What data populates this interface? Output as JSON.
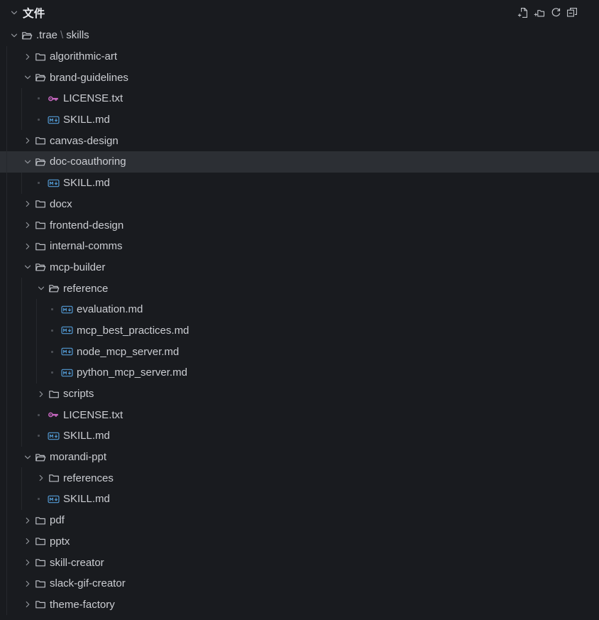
{
  "panel": {
    "title": "文件",
    "actions": [
      {
        "icon": "new-file-icon"
      },
      {
        "icon": "new-folder-icon"
      },
      {
        "icon": "refresh-icon"
      },
      {
        "icon": "collapse-all-icon"
      }
    ]
  },
  "colors": {
    "background": "#191b1f",
    "selected_row": "#2c2f34",
    "text": "#cbcdd2",
    "header_text": "#eaecf0",
    "muted": "#75787f",
    "chevron": "#94979d",
    "folder_icon": "#bdc0c6",
    "markdown_icon": "#539bd5",
    "key_icon": "#c767c0",
    "file_dot": "#4b4e54",
    "indent_guide": "#26282d",
    "action_icon": "#c3c6cb"
  },
  "tree": {
    "rows": [
      {
        "label": ".trae\\skills",
        "parts": [
          ".trae",
          "\\",
          "skills"
        ],
        "depth": 0,
        "type": "folder",
        "icon": "folder-open",
        "chevron": "down",
        "selected": false
      },
      {
        "label": "algorithmic-art",
        "depth": 1,
        "type": "folder",
        "icon": "folder",
        "chevron": "right",
        "selected": false
      },
      {
        "label": "brand-guidelines",
        "depth": 1,
        "type": "folder",
        "icon": "folder-open",
        "chevron": "down",
        "selected": false
      },
      {
        "label": "LICENSE.txt",
        "depth": 2,
        "type": "file",
        "icon": "key",
        "chevron": null,
        "selected": false
      },
      {
        "label": "SKILL.md",
        "depth": 2,
        "type": "file",
        "icon": "markdown",
        "chevron": null,
        "selected": false
      },
      {
        "label": "canvas-design",
        "depth": 1,
        "type": "folder",
        "icon": "folder",
        "chevron": "right",
        "selected": false
      },
      {
        "label": "doc-coauthoring",
        "depth": 1,
        "type": "folder",
        "icon": "folder-open",
        "chevron": "down",
        "selected": true
      },
      {
        "label": "SKILL.md",
        "depth": 2,
        "type": "file",
        "icon": "markdown",
        "chevron": null,
        "selected": false
      },
      {
        "label": "docx",
        "depth": 1,
        "type": "folder",
        "icon": "folder",
        "chevron": "right",
        "selected": false
      },
      {
        "label": "frontend-design",
        "depth": 1,
        "type": "folder",
        "icon": "folder",
        "chevron": "right",
        "selected": false
      },
      {
        "label": "internal-comms",
        "depth": 1,
        "type": "folder",
        "icon": "folder",
        "chevron": "right",
        "selected": false
      },
      {
        "label": "mcp-builder",
        "depth": 1,
        "type": "folder",
        "icon": "folder-open",
        "chevron": "down",
        "selected": false
      },
      {
        "label": "reference",
        "depth": 2,
        "type": "folder",
        "icon": "folder-open",
        "chevron": "down",
        "selected": false
      },
      {
        "label": "evaluation.md",
        "depth": 3,
        "type": "file",
        "icon": "markdown",
        "chevron": null,
        "selected": false
      },
      {
        "label": "mcp_best_practices.md",
        "depth": 3,
        "type": "file",
        "icon": "markdown",
        "chevron": null,
        "selected": false
      },
      {
        "label": "node_mcp_server.md",
        "depth": 3,
        "type": "file",
        "icon": "markdown",
        "chevron": null,
        "selected": false
      },
      {
        "label": "python_mcp_server.md",
        "depth": 3,
        "type": "file",
        "icon": "markdown",
        "chevron": null,
        "selected": false
      },
      {
        "label": "scripts",
        "depth": 2,
        "type": "folder",
        "icon": "folder",
        "chevron": "right",
        "selected": false
      },
      {
        "label": "LICENSE.txt",
        "depth": 2,
        "type": "file",
        "icon": "key",
        "chevron": null,
        "selected": false
      },
      {
        "label": "SKILL.md",
        "depth": 2,
        "type": "file",
        "icon": "markdown",
        "chevron": null,
        "selected": false
      },
      {
        "label": "morandi-ppt",
        "depth": 1,
        "type": "folder",
        "icon": "folder-open",
        "chevron": "down",
        "selected": false
      },
      {
        "label": "references",
        "depth": 2,
        "type": "folder",
        "icon": "folder",
        "chevron": "right",
        "selected": false
      },
      {
        "label": "SKILL.md",
        "depth": 2,
        "type": "file",
        "icon": "markdown",
        "chevron": null,
        "selected": false
      },
      {
        "label": "pdf",
        "depth": 1,
        "type": "folder",
        "icon": "folder",
        "chevron": "right",
        "selected": false
      },
      {
        "label": "pptx",
        "depth": 1,
        "type": "folder",
        "icon": "folder",
        "chevron": "right",
        "selected": false
      },
      {
        "label": "skill-creator",
        "depth": 1,
        "type": "folder",
        "icon": "folder",
        "chevron": "right",
        "selected": false
      },
      {
        "label": "slack-gif-creator",
        "depth": 1,
        "type": "folder",
        "icon": "folder",
        "chevron": "right",
        "selected": false
      },
      {
        "label": "theme-factory",
        "depth": 1,
        "type": "folder",
        "icon": "folder",
        "chevron": "right",
        "selected": false
      }
    ]
  }
}
